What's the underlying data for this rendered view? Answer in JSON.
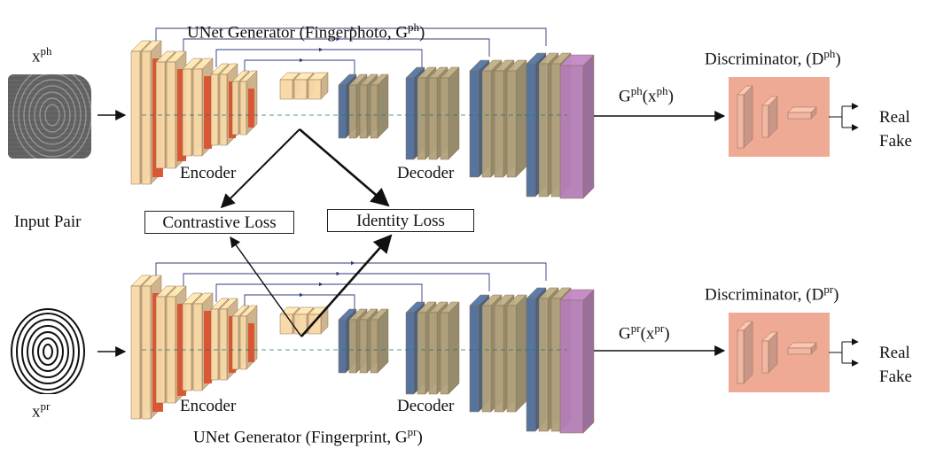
{
  "top": {
    "generator_title": "UNet Generator (Fingerphoto, G",
    "generator_sup": "ph",
    "generator_close": ")",
    "input_label": "x",
    "input_sup": "ph",
    "encoder": "Encoder",
    "decoder": "Decoder",
    "output_label": "G",
    "output_sup": "ph",
    "output_arg": "(x",
    "output_arg_sup": "ph",
    "output_close": ")",
    "discriminator_title": "Discriminator, (D",
    "discriminator_sup": "ph",
    "discriminator_close": ")",
    "real": "Real",
    "fake": "Fake"
  },
  "middle": {
    "input_pair": "Input Pair",
    "contrastive_loss": "Contrastive Loss",
    "identity_loss": "Identity Loss"
  },
  "bottom": {
    "generator_title": "UNet Generator (Fingerprint, G",
    "generator_sup": "pr",
    "generator_close": ")",
    "input_label": "x",
    "input_sup": "pr",
    "encoder": "Encoder",
    "decoder": "Decoder",
    "output_label": "G",
    "output_sup": "pr",
    "output_arg": "(x",
    "output_arg_sup": "pr",
    "output_close": ")",
    "discriminator_title": "Discriminator, (D",
    "discriminator_sup": "pr",
    "discriminator_close": ")",
    "real": "Real",
    "fake": "Fake"
  },
  "colors": {
    "encoder_face": "#f7d7a6",
    "encoder_red": "#d9522e",
    "decoder_blue": "#4e6d99",
    "decoder_tan": "#b0a27c",
    "output_purple": "#b57fb7",
    "discriminator_bg": "#eeaa94",
    "skip_line": "#303a7a",
    "fingerphoto_gray": "#6f6f6f"
  }
}
